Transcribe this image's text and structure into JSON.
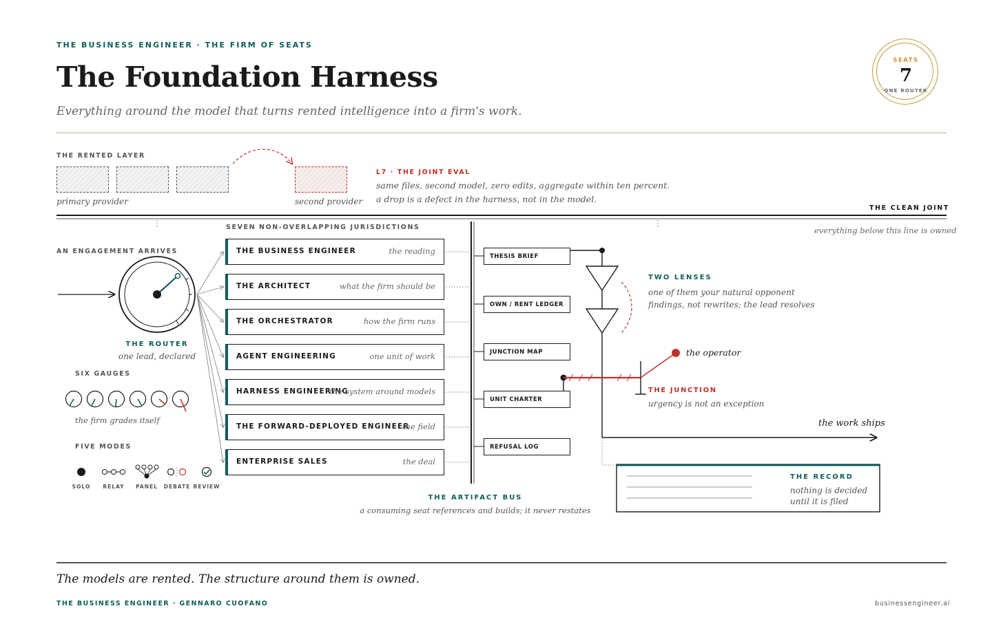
{
  "header": {
    "kicker": "THE BUSINESS ENGINEER · THE FIRM OF SEATS",
    "title": "The Foundation Harness",
    "subtitle": "Everything around the model that turns rented intelligence into a firm's work."
  },
  "badge": {
    "top": "SEATS",
    "number": "7",
    "bottom": "ONE ROUTER"
  },
  "rented_layer": {
    "label": "THE RENTED LAYER",
    "primary": "primary provider",
    "second": "second provider"
  },
  "joint_eval": {
    "title": "L7 · THE JOINT EVAL",
    "line1": "same files, second model, zero edits, aggregate within ten percent.",
    "line2": "a drop is a defect in the harness, not in the model."
  },
  "clean_joint": {
    "label": "THE CLEAN JOINT",
    "note": "everything below this line is owned"
  },
  "engagement": {
    "label": "AN ENGAGEMENT ARRIVES"
  },
  "router": {
    "title": "THE ROUTER",
    "subtitle": "one lead, declared"
  },
  "gauges": {
    "label": "SIX GAUGES",
    "caption": "the firm grades itself"
  },
  "modes": {
    "label": "FIVE MODES",
    "items": [
      "SOLO",
      "RELAY",
      "PANEL",
      "DEBATE",
      "REVIEW"
    ]
  },
  "jurisdictions": {
    "label": "SEVEN NON-OVERLAPPING JURISDICTIONS",
    "seats": [
      {
        "name": "THE BUSINESS ENGINEER",
        "desc": "the reading"
      },
      {
        "name": "THE ARCHITECT",
        "desc": "what the firm should be"
      },
      {
        "name": "THE ORCHESTRATOR",
        "desc": "how the firm runs"
      },
      {
        "name": "AGENT ENGINEERING",
        "desc": "one unit of work"
      },
      {
        "name": "HARNESS ENGINEERING",
        "desc": "the system around models"
      },
      {
        "name": "THE FORWARD-DEPLOYED ENGINEER",
        "desc": "the field"
      },
      {
        "name": "ENTERPRISE SALES",
        "desc": "the deal"
      }
    ]
  },
  "artifacts": {
    "items": [
      "THESIS BRIEF",
      "OWN / RENT LEDGER",
      "JUNCTION MAP",
      "UNIT CHARTER",
      "REFUSAL LOG"
    ],
    "bus_title": "THE ARTIFACT BUS",
    "bus_caption": "a consuming seat references and builds; it never restates"
  },
  "lenses": {
    "title": "TWO LENSES",
    "line1": "one of them your natural opponent",
    "line2": "findings, not rewrites; the lead resolves"
  },
  "junction": {
    "operator": "the operator",
    "title": "THE JUNCTION",
    "caption": "urgency is not an exception"
  },
  "ships": "the work ships",
  "record": {
    "title": "THE RECORD",
    "line1": "nothing is decided",
    "line2": "until it is filed"
  },
  "footer": {
    "tagline": "The models are rented. The structure around them is owned.",
    "byline": "THE BUSINESS ENGINEER · GENNARO CUOFANO",
    "site": "businessengineer.ai"
  },
  "colors": {
    "teal": "#0f5e5a",
    "red": "#c0322b",
    "gold": "#c49a3a",
    "ink": "#1a1a1a"
  }
}
